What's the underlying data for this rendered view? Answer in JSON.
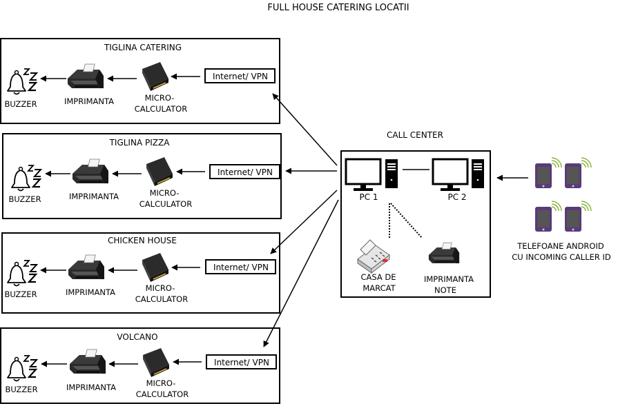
{
  "title": "FULL HOUSE CATERING LOCATII",
  "locations": [
    {
      "name": "TIGLINA CATERING",
      "buzzer": "BUZZER",
      "printer": "IMPRIMANTA",
      "mc_line1": "MICRO-",
      "mc_line2": "CALCULATOR",
      "net": "Internet/ VPN"
    },
    {
      "name": "TIGLINA PIZZA",
      "buzzer": "BUZZER",
      "printer": "IMPRIMANTA",
      "mc_line1": "MICRO-",
      "mc_line2": "CALCULATOR",
      "net": "Internet/ VPN"
    },
    {
      "name": "CHICKEN HOUSE",
      "buzzer": "BUZZER",
      "printer": "IMPRIMANTA",
      "mc_line1": "MICRO-",
      "mc_line2": "CALCULATOR",
      "net": "Internet/ VPN"
    },
    {
      "name": "VOLCANO",
      "buzzer": "BUZZER",
      "printer": "IMPRIMANTA",
      "mc_line1": "MICRO-",
      "mc_line2": "CALCULATOR",
      "net": "Internet/ VPN"
    }
  ],
  "call_center": {
    "title": "CALL CENTER",
    "pc1": "PC 1",
    "pc2": "PC 2",
    "register_line1": "CASA DE",
    "register_line2": "MARCAT",
    "note_printer_line1": "IMPRIMANTA",
    "note_printer_line2": "NOTE"
  },
  "phones": {
    "label_line1": "TELEFOANE ANDROID",
    "label_line2": "CU INCOMING CALLER ID"
  },
  "colors": {
    "phone": "#5a3a7a",
    "signal": "#8ab43c",
    "device": "#222222",
    "microcalc_accent": "#c8a040"
  },
  "icons": [
    "sleeping-bell-icon",
    "receipt-printer-icon",
    "micro-computer-icon",
    "monitor-icon",
    "tower-pc-icon",
    "cash-register-icon",
    "smartphone-icon"
  ]
}
